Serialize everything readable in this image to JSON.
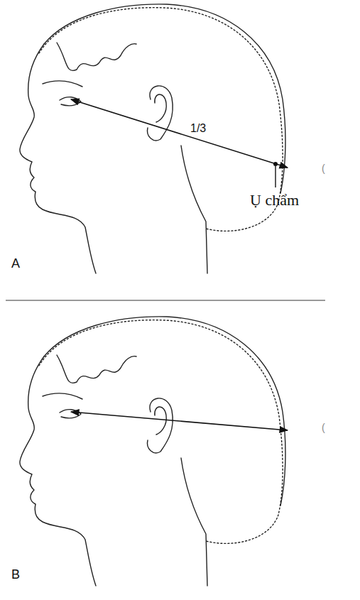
{
  "diagram": {
    "labels": [
      "1/3",
      "Ụ chẩm",
      "A",
      "(",
      "B",
      "("
    ]
  }
}
